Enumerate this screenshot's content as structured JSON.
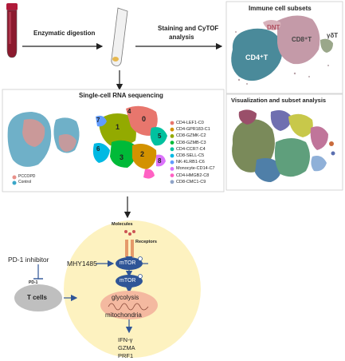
{
  "workflow": {
    "step_digestion": "Enzymatic digestion",
    "step_staining_line1": "Staining and CyTOF",
    "step_staining_line2": "analysis",
    "immune_title": "Immune cell subsets",
    "immune_labels": {
      "dnt": "DNT",
      "cd8": "CD8⁺T",
      "gdt": "γδT",
      "cd4": "CD4⁺T"
    },
    "viz_title": "Visualization and subset analysis",
    "rnaseq_title": "Single-cell RNA sequencing",
    "rnaseq_legend_left": [
      "PCCOPD",
      "Control"
    ],
    "rnaseq_cluster_numbers": [
      "0",
      "1",
      "2",
      "3",
      "4",
      "5",
      "6",
      "7",
      "8"
    ],
    "rnaseq_clusters": [
      {
        "label": "CD4-LEF1-C0",
        "color": "#e8766d"
      },
      {
        "label": "CD4-GPR183-C1",
        "color": "#d39200"
      },
      {
        "label": "CD8-GZMK-C2",
        "color": "#93aa00"
      },
      {
        "label": "CD8-GZMB-C3",
        "color": "#00ba38"
      },
      {
        "label": "CD4-CCR7-C4",
        "color": "#00c19f"
      },
      {
        "label": "CD8-SELL-C5",
        "color": "#00b9e3"
      },
      {
        "label": "NK-KLRB1-C6",
        "color": "#619cff"
      },
      {
        "label": "Monocyte-CD14-C7",
        "color": "#db72fb"
      },
      {
        "label": "CD4-HMGB2-C8",
        "color": "#ff61c3"
      },
      {
        "label": "CD8-CMC1-C9",
        "color": "#8fa3c7"
      }
    ]
  },
  "pathway": {
    "molecules": "Molecules",
    "receptors": "Receptors",
    "pd1_inhibitor": "PD-1 inhibitor",
    "pd1": "PD-1",
    "t_cells": "T cells",
    "mhy": "MHY1485",
    "mtor": "mTOR",
    "glycolysis": "glycolysis",
    "mitochondria": "mitochondria",
    "outputs": [
      "IFN-γ",
      "GZMA",
      "PRF1"
    ]
  },
  "colors": {
    "cd4_blob": "#4a8a9a",
    "cd8_blob": "#c49aa8",
    "cell_bg": "#fdf2c0",
    "mtor": "#2f5597",
    "mito": "#f4b9a0",
    "tcell": "#bfbfbf"
  }
}
